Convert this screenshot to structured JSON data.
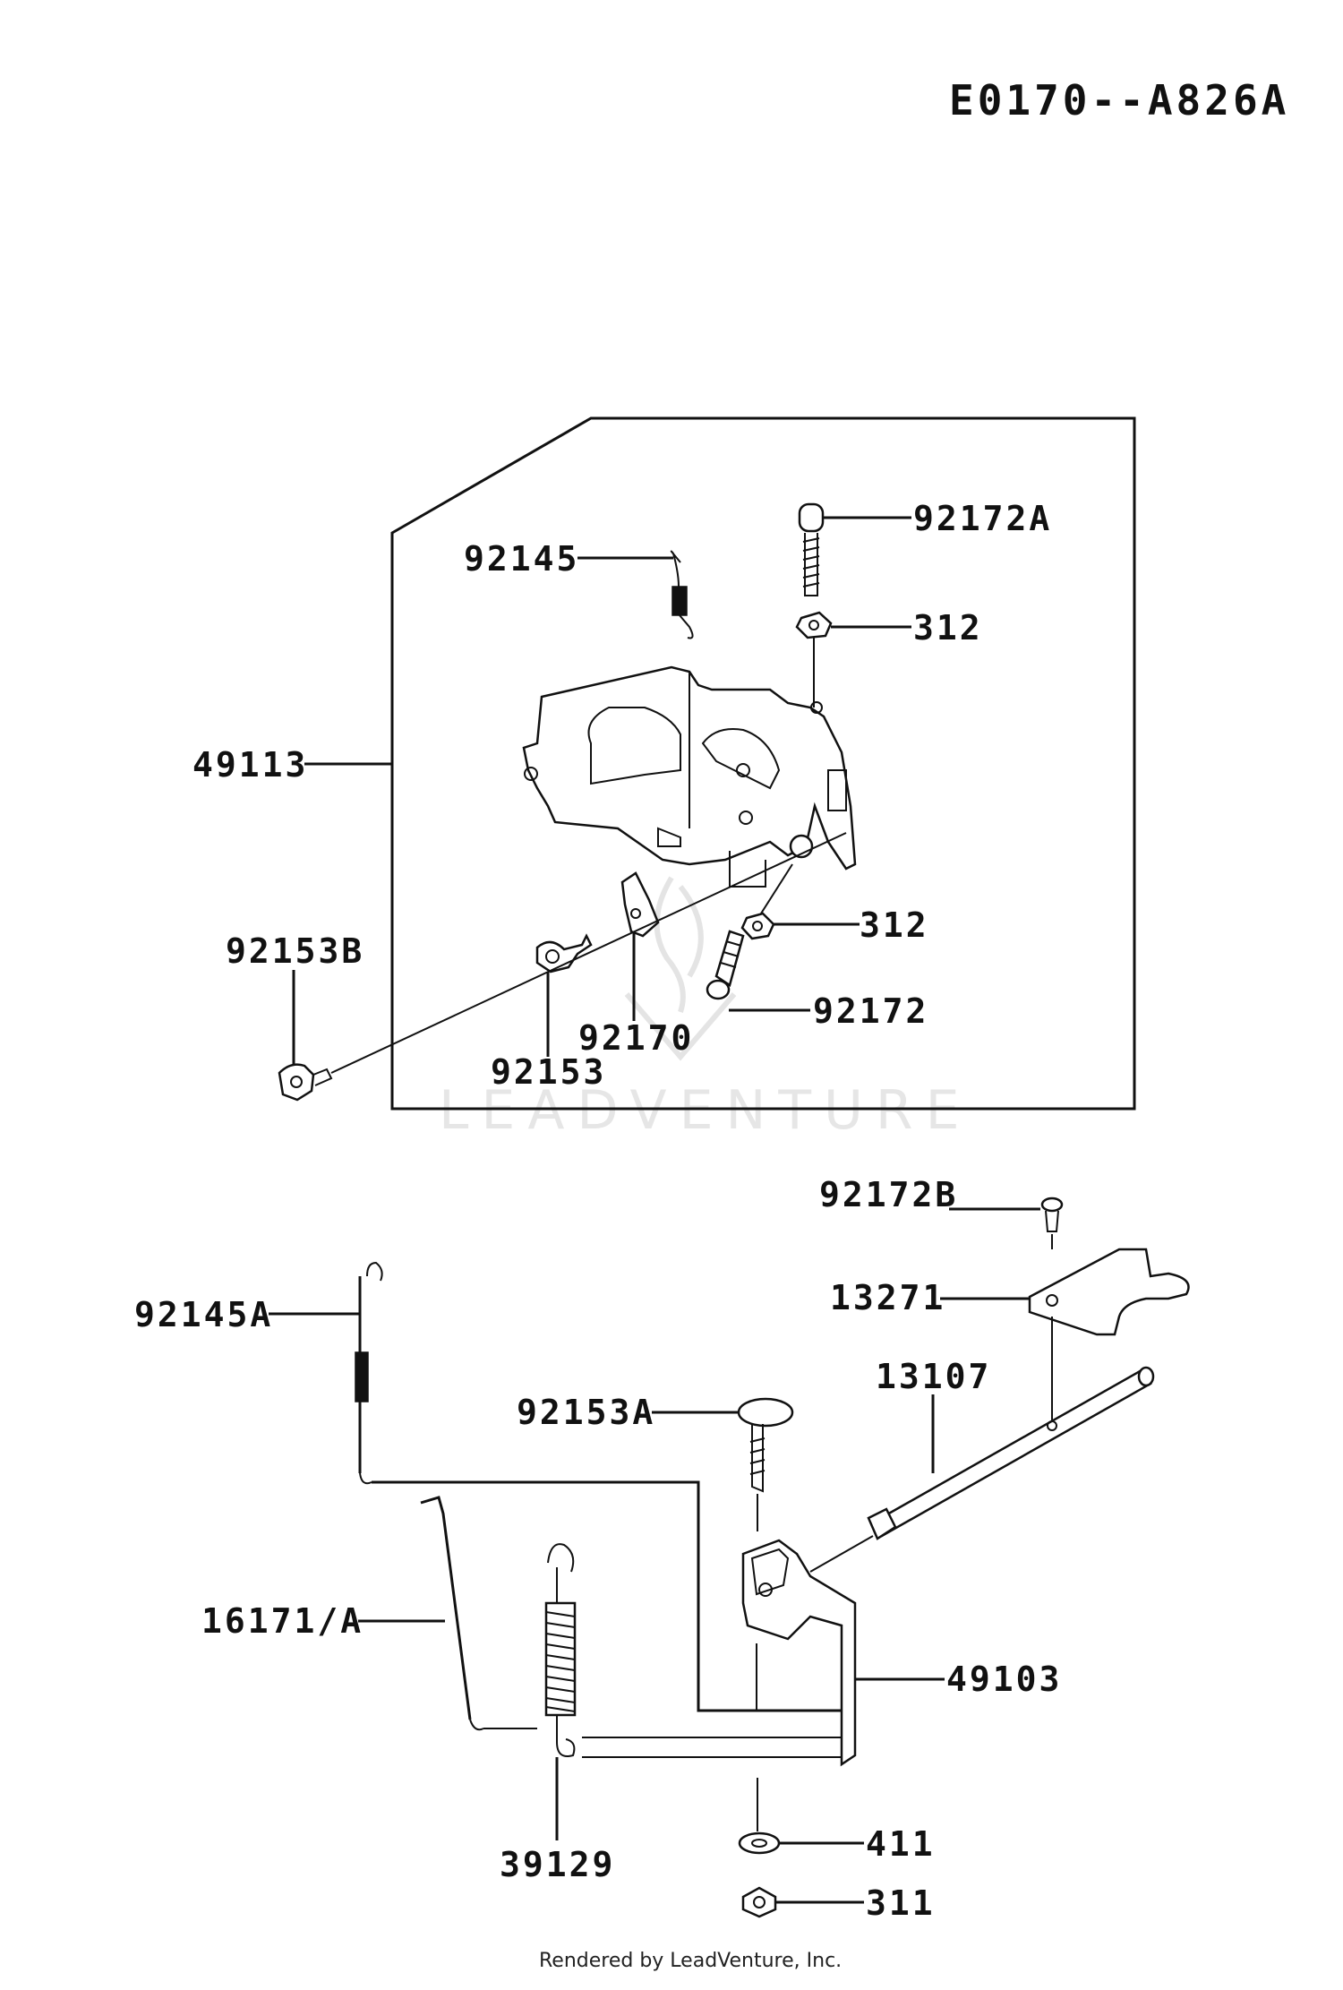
{
  "diagram": {
    "code": "E0170--A826A",
    "watermark": "LEADVENTURE",
    "footer": "Rendered by LeadVenture, Inc.",
    "callouts": [
      {
        "id": "92172A",
        "label": "92172A"
      },
      {
        "id": "92145",
        "label": "92145"
      },
      {
        "id": "312-top",
        "label": "312"
      },
      {
        "id": "49113",
        "label": "49113"
      },
      {
        "id": "312-mid",
        "label": "312"
      },
      {
        "id": "92153B",
        "label": "92153B"
      },
      {
        "id": "92172",
        "label": "92172"
      },
      {
        "id": "92170",
        "label": "92170"
      },
      {
        "id": "92153",
        "label": "92153"
      },
      {
        "id": "92172B",
        "label": "92172B"
      },
      {
        "id": "13271",
        "label": "13271"
      },
      {
        "id": "92145A",
        "label": "92145A"
      },
      {
        "id": "13107",
        "label": "13107"
      },
      {
        "id": "92153A",
        "label": "92153A"
      },
      {
        "id": "16171A",
        "label": "16171/A"
      },
      {
        "id": "49103",
        "label": "49103"
      },
      {
        "id": "39129",
        "label": "39129"
      },
      {
        "id": "411",
        "label": "411"
      },
      {
        "id": "311",
        "label": "311"
      }
    ]
  }
}
